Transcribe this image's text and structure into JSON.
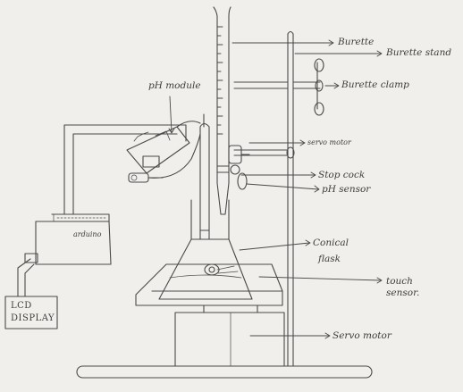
{
  "labels": {
    "burette": "Burette",
    "burette_stand": "Burette stand",
    "burette_clamp": "Burette clamp",
    "ph_module": "pH module",
    "servo_motor_top": "servo motor",
    "stop_cock": "Stop cock",
    "ph_sensor": "pH sensor",
    "arduino": "arduino",
    "conical_flask_line1": "Conical",
    "conical_flask_line2": "flask",
    "touch_sensor_line1": "touch",
    "touch_sensor_line2": "sensor.",
    "lcd_line1": "LCD",
    "lcd_line2": "DISPLAY",
    "servo_motor_bottom": "Servo motor"
  },
  "colors": {
    "ink": "#4a4a4a",
    "paper": "#f1efeb"
  }
}
